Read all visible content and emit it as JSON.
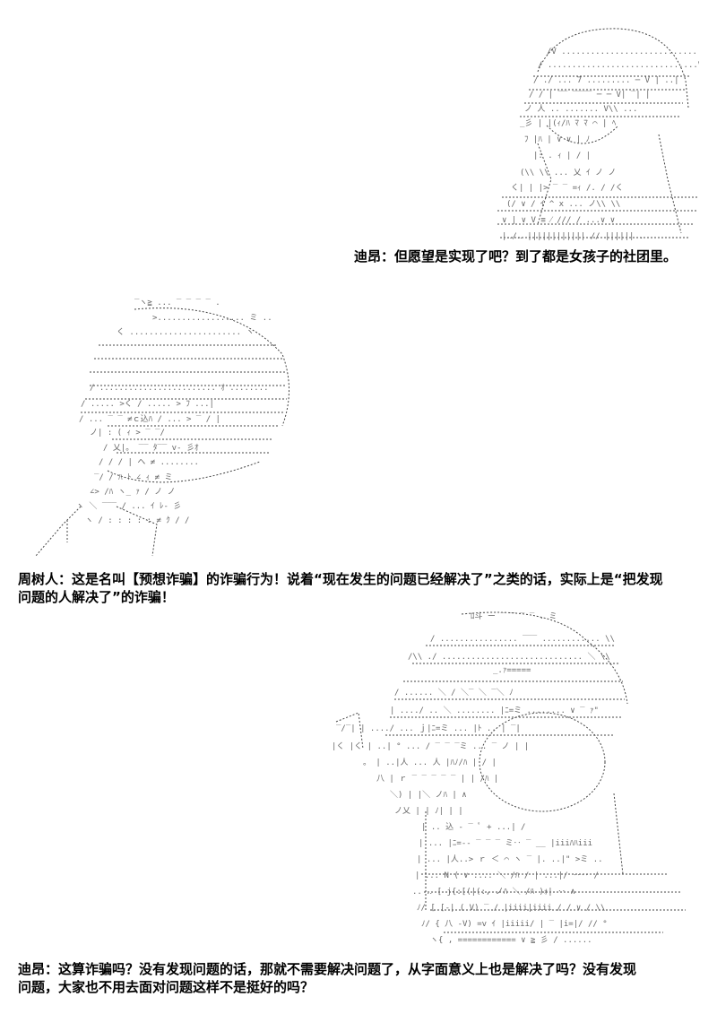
{
  "panels": [
    {
      "lines": [
        "迪昂：但愿望是实现了吧？到了都是女孩子的社团里。"
      ]
    },
    {
      "lines": [
        "周树人：这是名叫【预想诈骗】的诈骗行为！说着“现在发生的问题已经解决了”之类的话，实际上是“把发现",
        "问题的人解决了”的诈骗！"
      ]
    },
    {
      "lines": [
        "迪昂：这算诈骗吗？没有发现问题的话，那就不需要解决问题了，从字面意义上也是解决了吗？没有发现",
        "问题，大家也不用去面对问题这样不是挺好的吗？"
      ]
    }
  ]
}
